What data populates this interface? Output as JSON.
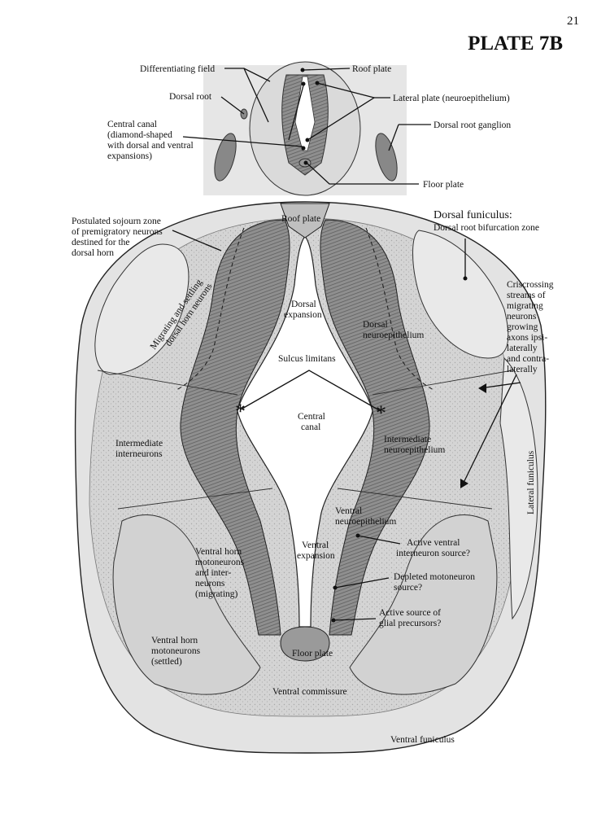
{
  "page": {
    "number": "21",
    "title": "PLATE 7B"
  },
  "top_figure": {
    "labels": {
      "differentiating_field": "Differentiating field",
      "roof_plate": "Roof plate",
      "dorsal_root": "Dorsal root",
      "lateral_plate": "Lateral plate (neuroepithelium)",
      "central_canal": [
        "Central canal",
        "(diamond-shaped",
        "with dorsal and ventral",
        "expansions)"
      ],
      "dorsal_root_ganglion": "Dorsal root ganglion",
      "floor_plate": "Floor plate"
    }
  },
  "main_figure": {
    "labels": {
      "sojourn_zone": [
        "Postulated sojourn zone",
        "of premigratory neurons",
        "destined for the",
        "dorsal horn"
      ],
      "roof_plate": "Roof plate",
      "dorsal_funiculus_title": "Dorsal funiculus:",
      "dorsal_funiculus_sub": "Dorsal root bifurcation zone",
      "migrating_settling": [
        "Migrating and settling",
        "dorsal horn neurons"
      ],
      "dorsal_expansion": [
        "Dorsal",
        "expansion"
      ],
      "dorsal_neuroepithelium": [
        "Dorsal",
        "neuroepithelium"
      ],
      "criss_crossing": [
        "Criscrossing",
        "streams of",
        "migrating",
        "neurons",
        "growing",
        "axons ipsi-",
        "laterally",
        "and contra-",
        "laterally"
      ],
      "sulcus_limitans": "Sulcus limitans",
      "asterisk": "*",
      "central_canal": [
        "Central",
        "canal"
      ],
      "intermediate_interneurons": [
        "Intermediate",
        "interneurons"
      ],
      "intermediate_neuroepithelium": [
        "Intermediate",
        "neuroepithelium"
      ],
      "lateral_funiculus": "Lateral funiculus",
      "ventral_neuroepithelium": [
        "Ventral",
        "neuroepithelium"
      ],
      "active_ventral_interneuron": [
        "Active ventral",
        "interneuron source?"
      ],
      "ventral_expansion": [
        "Ventral",
        "expansion"
      ],
      "ventral_horn_motoneurons_migrating": [
        "Ventral horn",
        "motoneurons",
        "and inter-",
        "neurons",
        "(migrating)"
      ],
      "depleted_motoneuron": [
        "Depleted motoneuron",
        "source?"
      ],
      "active_glial": [
        "Active source of",
        "glial precursors?"
      ],
      "ventral_horn_motoneurons_settled": [
        "Ventral horn",
        "motoneurons",
        "(settled)"
      ],
      "floor_plate": "Floor plate",
      "ventral_commissure": "Ventral commissure",
      "ventral_funiculus": "Ventral funiculus"
    }
  },
  "colors": {
    "tissue_light": "#e2e2e2",
    "tissue_mid": "#c9c9c9",
    "neuroepithelium": "#8a8a8a",
    "outline": "#222222"
  }
}
